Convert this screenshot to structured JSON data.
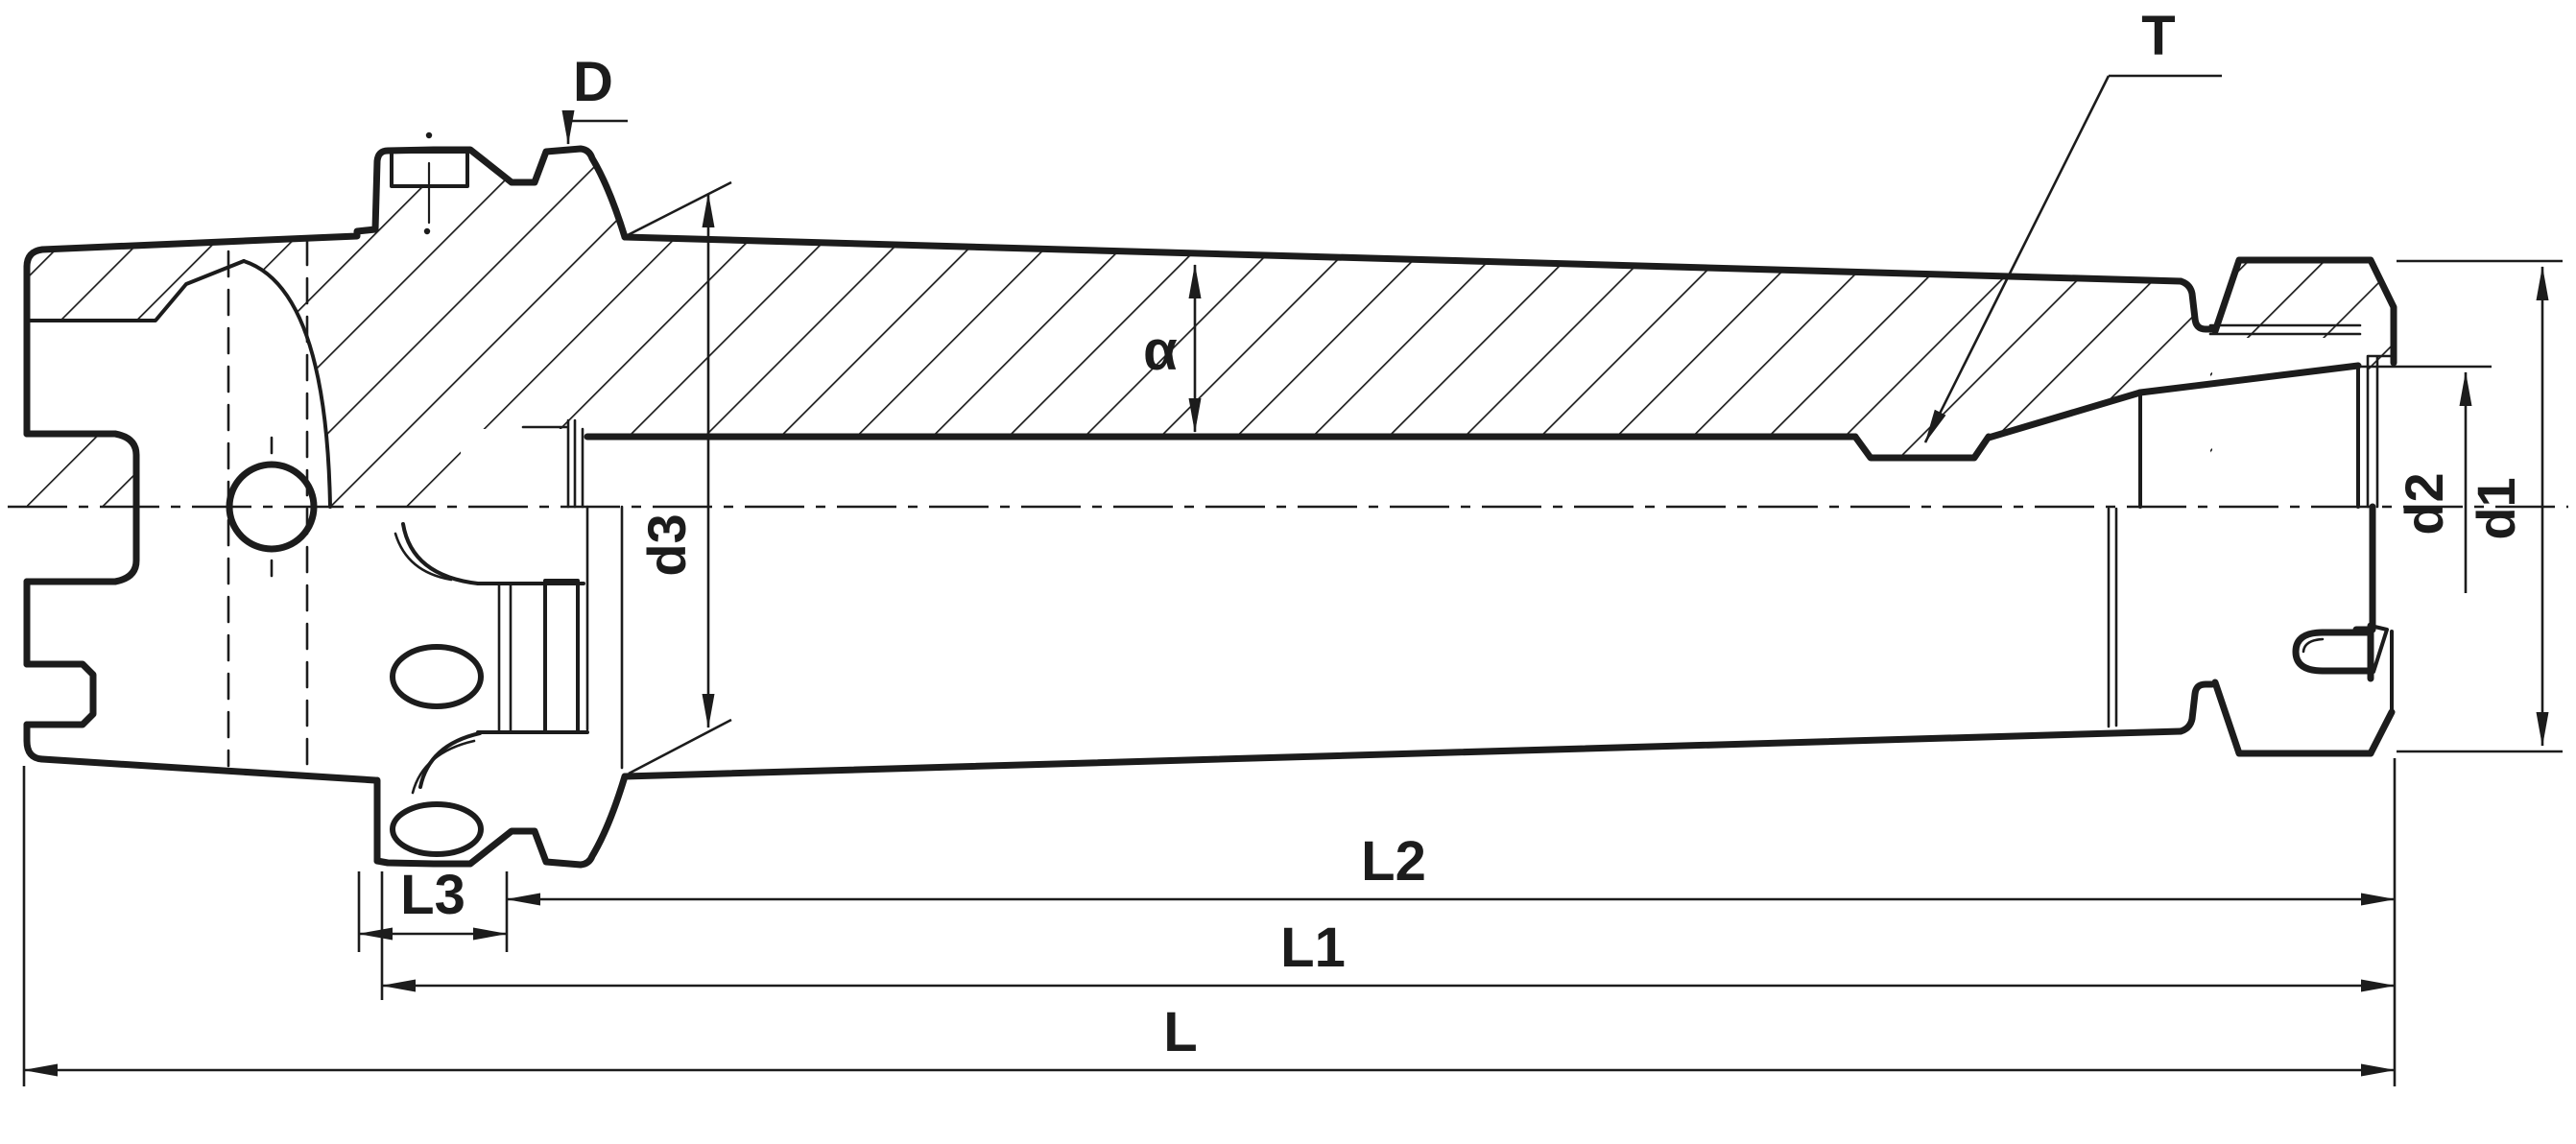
{
  "drawing": {
    "type": "technical-drawing",
    "subject": "collet chuck tool holder cross-section",
    "ink_color": "#1c1c1c",
    "background_color": "#ffffff",
    "labels": {
      "D": "D",
      "T": "T",
      "alpha": "α",
      "d3": "d3",
      "d2": "d2",
      "d1": "d1",
      "L3": "L3",
      "L2": "L2",
      "L1": "L1",
      "L": "L"
    }
  }
}
